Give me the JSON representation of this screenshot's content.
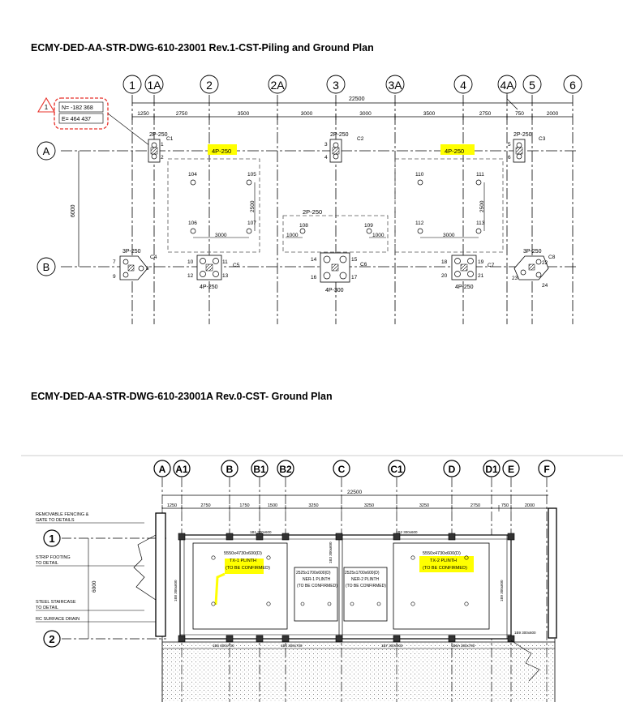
{
  "drawing1": {
    "title": "ECMY-DED-AA-STR-DWG-610-23001 Rev.1-CST-Piling and Ground Plan",
    "gridlines": [
      "1",
      "1A",
      "2",
      "2A",
      "3",
      "3A",
      "4",
      "4A",
      "5",
      "6"
    ],
    "rows": [
      "A",
      "B"
    ],
    "overall_dim": "22500",
    "dims": [
      "1250",
      "2750",
      "3500",
      "3000",
      "3000",
      "3500",
      "2750",
      "750",
      "2000"
    ],
    "row_dim": "6000",
    "revision_cloud": {
      "marker": "1",
      "north": "N= -182 368",
      "east": "E= 464 437"
    },
    "pile_caps": [
      {
        "label": "2P-250",
        "cap": "C1",
        "piles": [
          "1",
          "2"
        ]
      },
      {
        "label": "2P-250",
        "cap": "C2",
        "piles": [
          "3",
          "4"
        ]
      },
      {
        "label": "2P-250",
        "cap": "C3",
        "piles": [
          "5",
          "6"
        ]
      },
      {
        "label": "3P-250",
        "cap": "C4",
        "piles": [
          "7",
          "9",
          "8"
        ]
      },
      {
        "label": "4P-250",
        "cap": "C5",
        "piles": [
          "10",
          "11",
          "12",
          "13"
        ]
      },
      {
        "label": "4P-300",
        "cap": "C6",
        "piles": [
          "14",
          "15",
          "16",
          "17"
        ]
      },
      {
        "label": "4P-250",
        "cap": "C7",
        "piles": [
          "18",
          "19",
          "20",
          "21"
        ]
      },
      {
        "label": "3P-250",
        "cap": "C8",
        "piles": [
          "22",
          "23",
          "24"
        ]
      }
    ],
    "foundations": [
      {
        "label": "4P-250",
        "piles": [
          "104",
          "105",
          "106",
          "107"
        ],
        "dim_h": "3000",
        "dim_v": "2500"
      },
      {
        "label": "2P-250",
        "piles": [
          "108",
          "109"
        ],
        "dim_l": "1000",
        "dim_r": "1000"
      },
      {
        "label": "4P-250",
        "piles": [
          "110",
          "111",
          "112",
          "113"
        ],
        "dim_h": "3000",
        "dim_v": "2500"
      }
    ]
  },
  "drawing2": {
    "title": "ECMY-DED-AA-STR-DWG-610-23001A Rev.0-CST- Ground Plan",
    "gridlines": [
      "A",
      "A1",
      "B",
      "B1",
      "B2",
      "C",
      "C1",
      "D",
      "D1",
      "E",
      "F"
    ],
    "rows": [
      "1",
      "2"
    ],
    "overall_dim": "22500",
    "dims": [
      "1250",
      "2750",
      "1750",
      "1500",
      "3250",
      "3250",
      "3250",
      "2750",
      "750",
      "2000"
    ],
    "row_dim": "6000",
    "notes": [
      "REMOVABLE FENCING &",
      "GATE TO DETAILS",
      "STRIP FOOTING",
      "TO DETAIL",
      "STEEL STAIRCASE",
      "TO DETAIL",
      "RC SURFACE DRAIN"
    ],
    "plinths": [
      {
        "size": "5550x4730x600(D)",
        "name": "TX-1 PLINTH",
        "note": "(TO BE CONFIRMED)"
      },
      {
        "size": "2525x1700x600(D)",
        "name": "NER-1 PLINTH",
        "note": "(TO BE CONFIRMED)"
      },
      {
        "size": "2525x1700x600(D)",
        "name": "NER-2 PLINTH",
        "note": "(TO BE CONFIRMED)"
      },
      {
        "size": "5550x4730x600(D)",
        "name": "TX-2 PLINTH",
        "note": "(TO BE CONFIRMED)"
      }
    ],
    "beams": [
      "1B1 300x600",
      "1B2 300x600",
      "1B3 300x600",
      "1B4 300x700",
      "1B5 300x700",
      "1B6A 300x700",
      "1B7 300x600",
      "1B8 300x600",
      "1B9 300x600",
      "1B9 300x600"
    ]
  },
  "colors": {
    "highlight": "#ffff00",
    "line": "#000000",
    "revision": "#e8312a"
  }
}
